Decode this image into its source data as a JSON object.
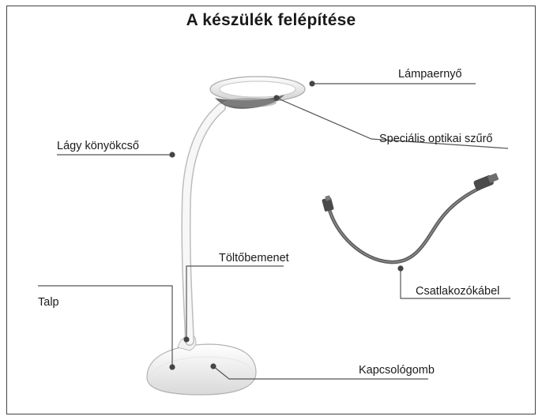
{
  "title": "A készülék felépítése",
  "labels": {
    "lampshade": "Lámpaernyő",
    "optical_filter": "Speciális optikai szűrő",
    "soft_elbow": "Lágy könyökcső",
    "charging_input": "Töltőbemenet",
    "base": "Talp",
    "connector_cable": "Csatlakozókábel",
    "switch_button": "Kapcsológomb"
  }
}
